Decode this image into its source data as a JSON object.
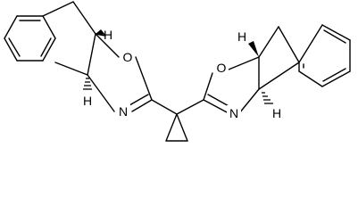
{
  "molecule": {
    "left_oxazoline": {
      "oxygen": "O",
      "nitrogen": "N",
      "hydrogen_top": "H",
      "hydrogen_bottom": "H"
    },
    "right_oxazoline": {
      "oxygen": "O",
      "nitrogen": "N",
      "hydrogen_top": "H",
      "hydrogen_bottom": "H"
    }
  }
}
